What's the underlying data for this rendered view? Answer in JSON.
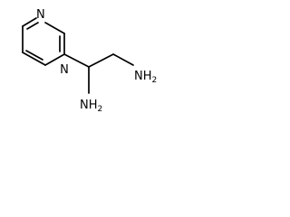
{
  "molecule": {
    "atoms": [
      {
        "id": "N1",
        "text": "N"
      },
      {
        "id": "N3",
        "text": "N"
      },
      {
        "id": "NH2_side",
        "text": "NH",
        "sub": "2"
      },
      {
        "id": "NH2_bottom",
        "text": "NH",
        "sub": "2"
      }
    ]
  }
}
